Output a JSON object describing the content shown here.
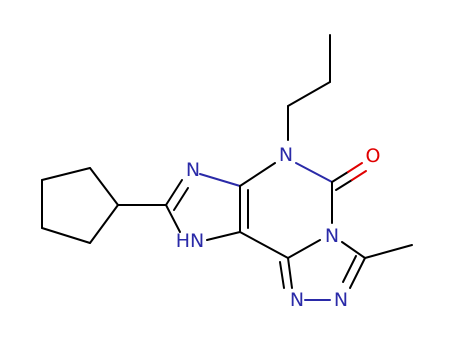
{
  "colors": {
    "carbon_bond": "#000000",
    "nitrogen": "#2a2aa8",
    "oxygen": "#e00000",
    "background": "#ffffff"
  },
  "atoms": {
    "n_imidazole": "N",
    "nh_imidazole": "HN",
    "n_propyl": "N",
    "o_carbonyl": "O",
    "n_fused": "N",
    "n_triazole_left": "N",
    "n_triazole_right": "N"
  }
}
